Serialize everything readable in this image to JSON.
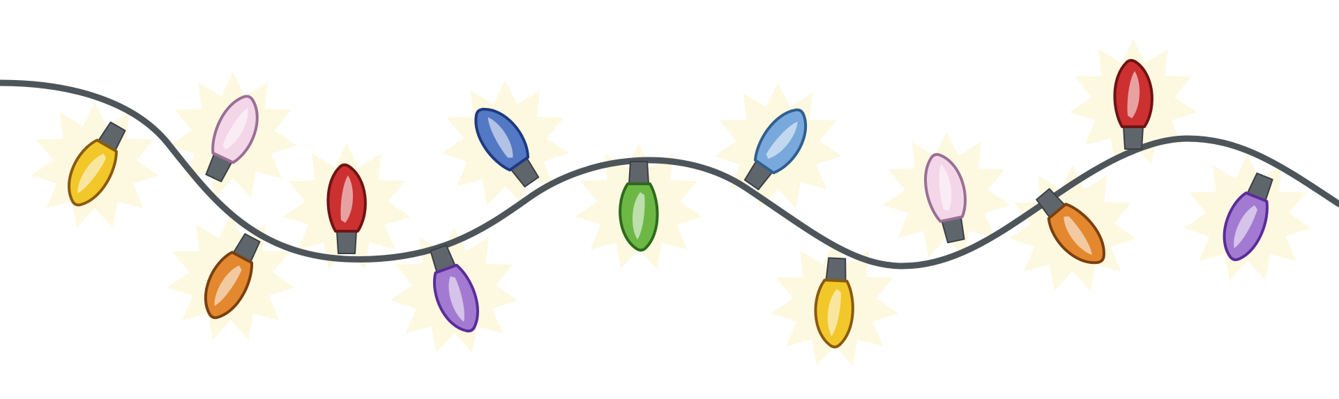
{
  "palette": {
    "background": "#ffffff",
    "wire": "#4e555a",
    "socket": "#5e666b",
    "socket_stroke": "#3a3f43",
    "glow": "#fdf8e0"
  },
  "bulbs": [
    {
      "name": "bulb-yellow-1",
      "color": "yellow",
      "fill": "#f2c729",
      "stroke": "#8a5a12"
    },
    {
      "name": "bulb-pink-1",
      "color": "pink",
      "fill": "#f3d6e8",
      "stroke": "#9a6f96"
    },
    {
      "name": "bulb-orange-1",
      "color": "orange",
      "fill": "#e3882e",
      "stroke": "#7a3f10"
    },
    {
      "name": "bulb-red-1",
      "color": "red",
      "fill": "#cc3030",
      "stroke": "#6e1414"
    },
    {
      "name": "bulb-purple-1",
      "color": "purple",
      "fill": "#a37ad1",
      "stroke": "#5a2d99"
    },
    {
      "name": "bulb-blue-1",
      "color": "dark-blue",
      "fill": "#5378c4",
      "stroke": "#1d3a80"
    },
    {
      "name": "bulb-green-1",
      "color": "green",
      "fill": "#6db845",
      "stroke": "#2d6a1c"
    },
    {
      "name": "bulb-blue-2",
      "color": "light-blue",
      "fill": "#79a8dc",
      "stroke": "#2f5f8e"
    },
    {
      "name": "bulb-yellow-2",
      "color": "yellow",
      "fill": "#f2c729",
      "stroke": "#8a5a12"
    },
    {
      "name": "bulb-pink-2",
      "color": "pink",
      "fill": "#f3d6e8",
      "stroke": "#9a6f96"
    },
    {
      "name": "bulb-orange-2",
      "color": "orange",
      "fill": "#e3882e",
      "stroke": "#7a3f10"
    },
    {
      "name": "bulb-red-2",
      "color": "red",
      "fill": "#cc3030",
      "stroke": "#6e1414"
    },
    {
      "name": "bulb-purple-2",
      "color": "purple",
      "fill": "#a37ad1",
      "stroke": "#5a2d99"
    }
  ]
}
